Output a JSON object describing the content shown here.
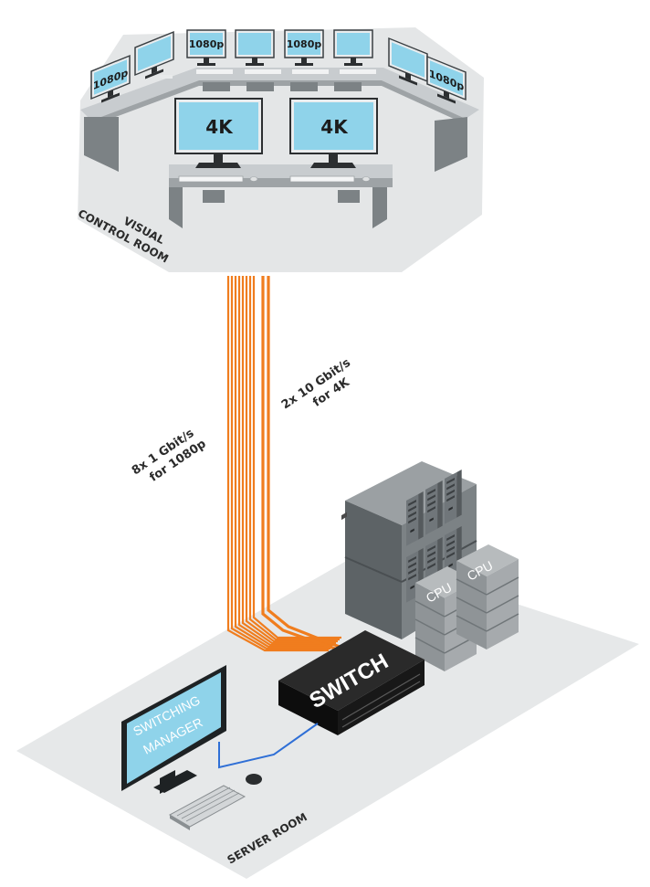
{
  "control_room": {
    "label_line1": "VISUAL",
    "label_line2": "CONTROL ROOM",
    "monitor_1080p_label": "1080p",
    "monitor_4k_label": "4K"
  },
  "cables": {
    "label_1080p_line1": "8x 1 Gbit/s",
    "label_1080p_line2": "for 1080p",
    "label_4k_line1": "2x 10 Gbit/s",
    "label_4k_line2": "for 4K",
    "color": "#f07d1e"
  },
  "server_room": {
    "label": "SERVER ROOM",
    "switch_label": "SWITCH",
    "cpu_label": "CPU",
    "manager_line1": "SWITCHING",
    "manager_line2": "MANAGER"
  },
  "colors": {
    "screen": "#8fd3ea",
    "floor": "#e6e8e9",
    "server": "#6f7578",
    "switch": "#141414",
    "link": "#2f6fd6"
  }
}
